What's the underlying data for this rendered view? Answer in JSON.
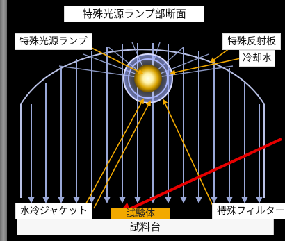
{
  "diagram": {
    "title": "特殊光源ランプ部断面",
    "labels": {
      "lamp": "特殊光源ランプ",
      "reflector": "特殊反射板",
      "coolant": "冷却水",
      "jacket": "水冷ジャケット",
      "filter": "特殊フィルター",
      "specimen": "試験体",
      "stand": "試料台"
    },
    "colors": {
      "background": "#000000",
      "rays": "#9aa8d8",
      "leader_lines": "#f2a900",
      "indicator": "#e60000",
      "lamp_glow": "#ffffcc"
    }
  }
}
